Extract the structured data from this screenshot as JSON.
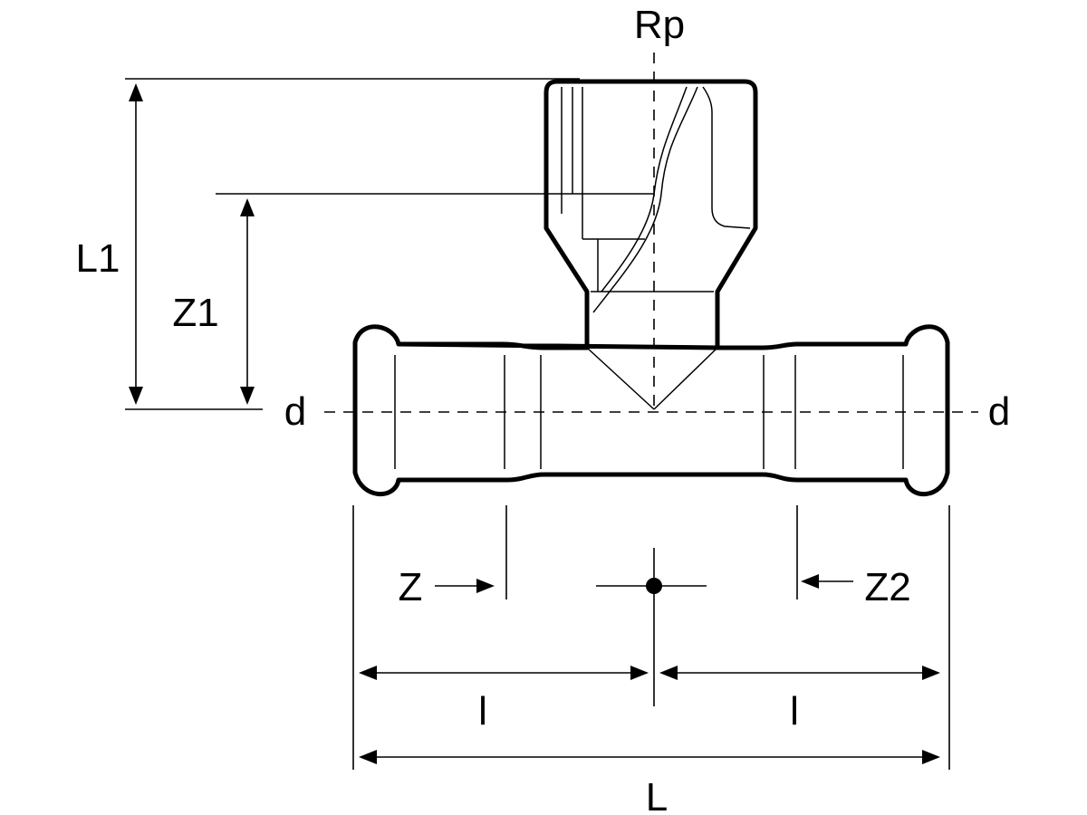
{
  "diagram": {
    "labels": {
      "rp": "Rp",
      "l1": "L1",
      "z1": "Z1",
      "d_left": "d",
      "d_right": "d",
      "z": "Z",
      "z2": "Z2",
      "l_left": "l",
      "l_right": "l",
      "l_total": "L"
    },
    "colors": {
      "line": "#000000",
      "background": "#ffffff"
    }
  }
}
